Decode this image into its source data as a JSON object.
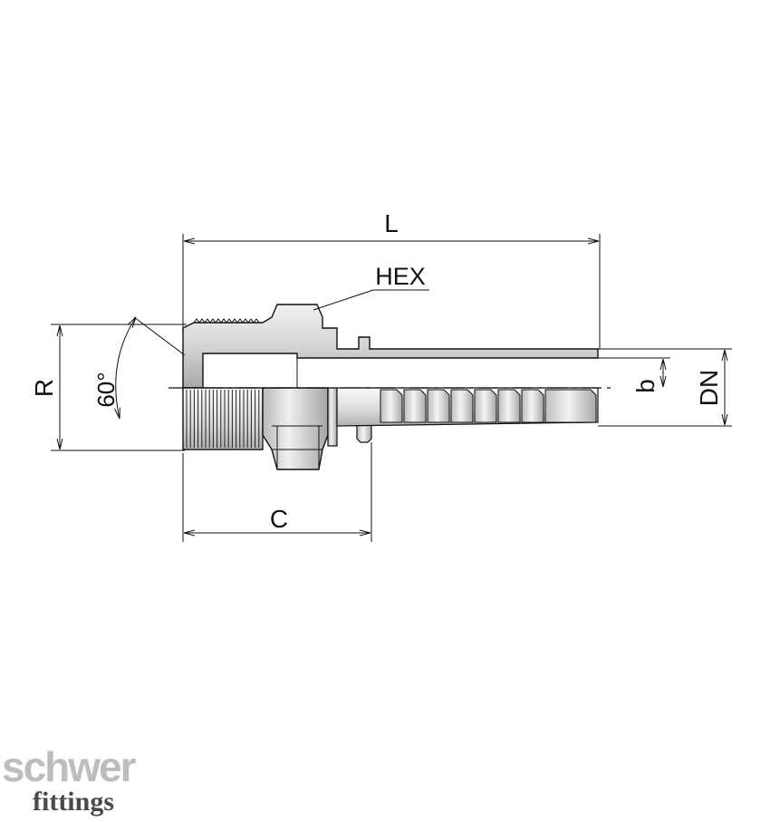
{
  "drawing": {
    "dimensions": {
      "length": "L",
      "hex": "HEX",
      "thread": "R",
      "cone_angle": "60°",
      "bore": "b",
      "nominal_diameter": "DN",
      "thread_to_collar": "C"
    }
  },
  "brand": {
    "name": "schwer",
    "tagline": "fittings"
  },
  "colors": {
    "metal_light": "#e9e9e9",
    "metal_mid": "#cfcfcf",
    "metal_dark": "#9a9a9a",
    "line": "#111111",
    "logo_gray": "#bdbdbd",
    "logo_dark": "#4a4a4a"
  }
}
